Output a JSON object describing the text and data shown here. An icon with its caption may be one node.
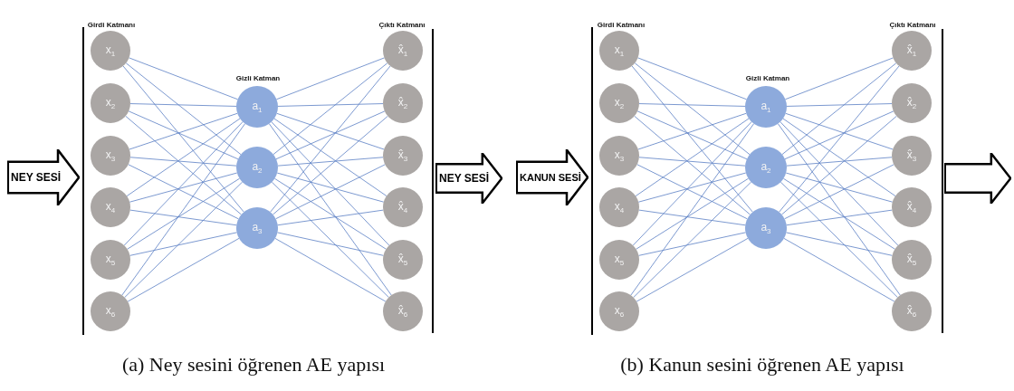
{
  "diagram": {
    "nodes": [
      {
        "text": [
          "NEY SESİ"
        ]
      },
      {
        "text": [
          "x$_{1}$"
        ]
      },
      {
        "text": [
          "x$_{2}$"
        ]
      },
      {
        "text": [
          "x$_{3}$"
        ]
      },
      {
        "text": [
          "x$_{4}$"
        ]
      },
      {
        "text": [
          "x$_{5}$"
        ]
      },
      {
        "text": [
          "x$_{6}$"
        ]
      },
      {
        "text": [
          "a$_{1}$"
        ]
      },
      {
        "text": [
          "a$_{2}$"
        ]
      },
      {
        "text": [
          "a$_{3}$"
        ]
      },
      {
        "text": [
          "x̂$_{1}$"
        ]
      },
      {
        "text": [
          "x̂$_{2}$"
        ]
      },
      {
        "text": [
          "x̂$_{3}$"
        ]
      },
      {
        "text": [
          "x̂$_{4}$"
        ]
      },
      {
        "text": [
          "x̂$_{5}$"
        ]
      },
      {
        "text": [
          "x̂$_{6}$"
        ]
      },
      {
        "text": [
          "NEY SESİ"
        ]
      },
      {
        "text": [
          "KANUN SESİ"
        ]
      },
      {
        "text": [
          "x$_{1}$"
        ]
      },
      {
        "text": [
          "x$_{2}$"
        ]
      },
      {
        "text": [
          "x$_{3}$"
        ]
      },
      {
        "text": [
          "x$_{4}$"
        ]
      },
      {
        "text": [
          "x$_{5}$"
        ]
      },
      {
        "text": [
          "x$_{6}$"
        ]
      },
      {
        "text": [
          "a$_{1}$"
        ]
      },
      {
        "text": [
          "a$_{2}$"
        ]
      },
      {
        "text": [
          "a$_{3}$"
        ]
      },
      {
        "text": [
          "x̂$_{1}$"
        ]
      },
      {
        "text": [
          "x̂$_{2}$"
        ]
      },
      {
        "text": [
          "x̂$_{3}$"
        ]
      },
      {
        "text": [
          "x̂$_{4}$"
        ]
      },
      {
        "text": [
          "x̂$_{5}$"
        ]
      },
      {
        "text": [
          "x̂$_{6}$"
        ]
      },
      {
        "text": [],
        "shape": "arrow"
      }
    ],
    "edges": [
      {
        "from": 1,
        "to": 7,
        "arrow": "none"
      },
      {
        "from": 1,
        "to": 8,
        "arrow": "none"
      },
      {
        "from": 1,
        "to": 9,
        "arrow": "none"
      },
      {
        "from": 2,
        "to": 7,
        "arrow": "none"
      },
      {
        "from": 2,
        "to": 8,
        "arrow": "none"
      },
      {
        "from": 2,
        "to": 9,
        "arrow": "none"
      },
      {
        "from": 3,
        "to": 7,
        "arrow": "none"
      },
      {
        "from": 3,
        "to": 8,
        "arrow": "none"
      },
      {
        "from": 3,
        "to": 9,
        "arrow": "none"
      },
      {
        "from": 4,
        "to": 7,
        "arrow": "none"
      },
      {
        "from": 4,
        "to": 8,
        "arrow": "none"
      },
      {
        "from": 4,
        "to": 9,
        "arrow": "none"
      },
      {
        "from": 5,
        "to": 7,
        "arrow": "none"
      },
      {
        "from": 5,
        "to": 8,
        "arrow": "none"
      },
      {
        "from": 5,
        "to": 9,
        "arrow": "none"
      },
      {
        "from": 6,
        "to": 7,
        "arrow": "none"
      },
      {
        "from": 6,
        "to": 8,
        "arrow": "none"
      },
      {
        "from": 6,
        "to": 9,
        "arrow": "none"
      },
      {
        "from": 7,
        "to": 10,
        "arrow": "none"
      },
      {
        "from": 7,
        "to": 11,
        "arrow": "none"
      },
      {
        "from": 7,
        "to": 12,
        "arrow": "none"
      },
      {
        "from": 7,
        "to": 13,
        "arrow": "none"
      },
      {
        "from": 7,
        "to": 14,
        "arrow": "none"
      },
      {
        "from": 7,
        "to": 15,
        "arrow": "none"
      },
      {
        "from": 8,
        "to": 10,
        "arrow": "none"
      },
      {
        "from": 8,
        "to": 11,
        "arrow": "none"
      },
      {
        "from": 8,
        "to": 12,
        "arrow": "none"
      },
      {
        "from": 8,
        "to": 13,
        "arrow": "none"
      },
      {
        "from": 8,
        "to": 14,
        "arrow": "none"
      },
      {
        "from": 8,
        "to": 15,
        "arrow": "none"
      },
      {
        "from": 9,
        "to": 10,
        "arrow": "none"
      },
      {
        "from": 9,
        "to": 11,
        "arrow": "none"
      },
      {
        "from": 9,
        "to": 12,
        "arrow": "none"
      },
      {
        "from": 9,
        "to": 13,
        "arrow": "none"
      },
      {
        "from": 9,
        "to": 14,
        "arrow": "none"
      },
      {
        "from": 9,
        "to": 15,
        "arrow": "none"
      },
      {
        "from": 18,
        "to": 24,
        "arrow": "none"
      },
      {
        "from": 18,
        "to": 25,
        "arrow": "none"
      },
      {
        "from": 18,
        "to": 26,
        "arrow": "none"
      },
      {
        "from": 19,
        "to": 24,
        "arrow": "none"
      },
      {
        "from": 19,
        "to": 25,
        "arrow": "none"
      },
      {
        "from": 19,
        "to": 26,
        "arrow": "none"
      },
      {
        "from": 20,
        "to": 24,
        "arrow": "none"
      },
      {
        "from": 20,
        "to": 25,
        "arrow": "none"
      },
      {
        "from": 20,
        "to": 26,
        "arrow": "none"
      },
      {
        "from": 21,
        "to": 24,
        "arrow": "none"
      },
      {
        "from": 21,
        "to": 25,
        "arrow": "none"
      },
      {
        "from": 21,
        "to": 26,
        "arrow": "none"
      },
      {
        "from": 22,
        "to": 24,
        "arrow": "none"
      },
      {
        "from": 22,
        "to": 25,
        "arrow": "none"
      },
      {
        "from": 22,
        "to": 26,
        "arrow": "none"
      },
      {
        "from": 23,
        "to": 24,
        "arrow": "none"
      },
      {
        "from": 23,
        "to": 25,
        "arrow": "none"
      },
      {
        "from": 23,
        "to": 26,
        "arrow": "none"
      },
      {
        "from": 24,
        "to": 27,
        "arrow": "none"
      },
      {
        "from": 24,
        "to": 28,
        "arrow": "none"
      },
      {
        "from": 24,
        "to": 29,
        "arrow": "none"
      },
      {
        "from": 24,
        "to": 30,
        "arrow": "none"
      },
      {
        "from": 24,
        "to": 31,
        "arrow": "none"
      },
      {
        "from": 24,
        "to": 32,
        "arrow": "none"
      },
      {
        "from": 25,
        "to": 27,
        "arrow": "none"
      },
      {
        "from": 25,
        "to": 28,
        "arrow": "none"
      },
      {
        "from": 25,
        "to": 29,
        "arrow": "none"
      },
      {
        "from": 25,
        "to": 30,
        "arrow": "none"
      },
      {
        "from": 25,
        "to": 31,
        "arrow": "none"
      },
      {
        "from": 25,
        "to": 32,
        "arrow": "none"
      },
      {
        "from": 26,
        "to": 27,
        "arrow": "none"
      },
      {
        "from": 26,
        "to": 28,
        "arrow": "none"
      },
      {
        "from": 26,
        "to": 29,
        "arrow": "none"
      },
      {
        "from": 26,
        "to": 30,
        "arrow": "none"
      },
      {
        "from": 26,
        "to": 31,
        "arrow": "none"
      },
      {
        "from": 26,
        "to": 32,
        "arrow": "none"
      }
    ],
    "labels": [
      "Girdi Katmanı",
      "Gizli Katman",
      "Çıktı Katmanı",
      "Girdi Katmanı",
      "Gizli Katman",
      "Çıktı Katmanı",
      "(a) Ney sesini öğrenen AE yapısı",
      "(b) Kanun sesini öğrenen AE yapısı"
    ]
  }
}
